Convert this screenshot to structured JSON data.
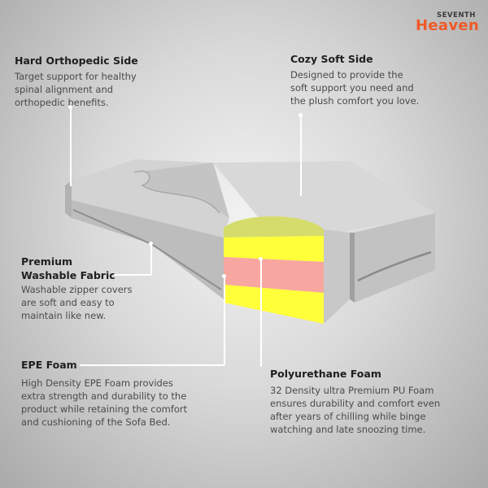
{
  "brand": {
    "top": "SEVENTH",
    "main": "Heaven"
  },
  "callouts": {
    "orthopedic": {
      "title": "Hard Orthopedic Side",
      "lines": [
        "Target support for healthy",
        "spinal alignment and",
        "orthopedic benefits."
      ]
    },
    "soft": {
      "title": "Cozy Soft Side",
      "lines": [
        "Designed to provide the",
        "soft support you need and",
        "the plush  comfort you love."
      ]
    },
    "fabric": {
      "title_lines": [
        "Premium",
        "Washable Fabric"
      ],
      "lines": [
        "Washable zipper covers",
        "are soft and easy to",
        "maintain like new."
      ]
    },
    "epe": {
      "title": "EPE Foam",
      "lines": [
        "High Density EPE Foam provides",
        "extra strength and durability to the",
        "product while retaining the comfort",
        "and cushioning of the Sofa Bed."
      ]
    },
    "pu": {
      "title": "Polyurethane Foam",
      "lines": [
        "32 Density ultra Premium PU Foam",
        "ensures durability and comfort even",
        "after years of chilling while binge",
        "watching and late snoozing time."
      ]
    }
  },
  "colors": {
    "brand_orange": "#f05a28",
    "foam_yellow": "#ffff3a",
    "foam_pink": "#f7a6a0",
    "foam_top": "#d4d96a",
    "fabric_grey": "#c9c9c9"
  }
}
